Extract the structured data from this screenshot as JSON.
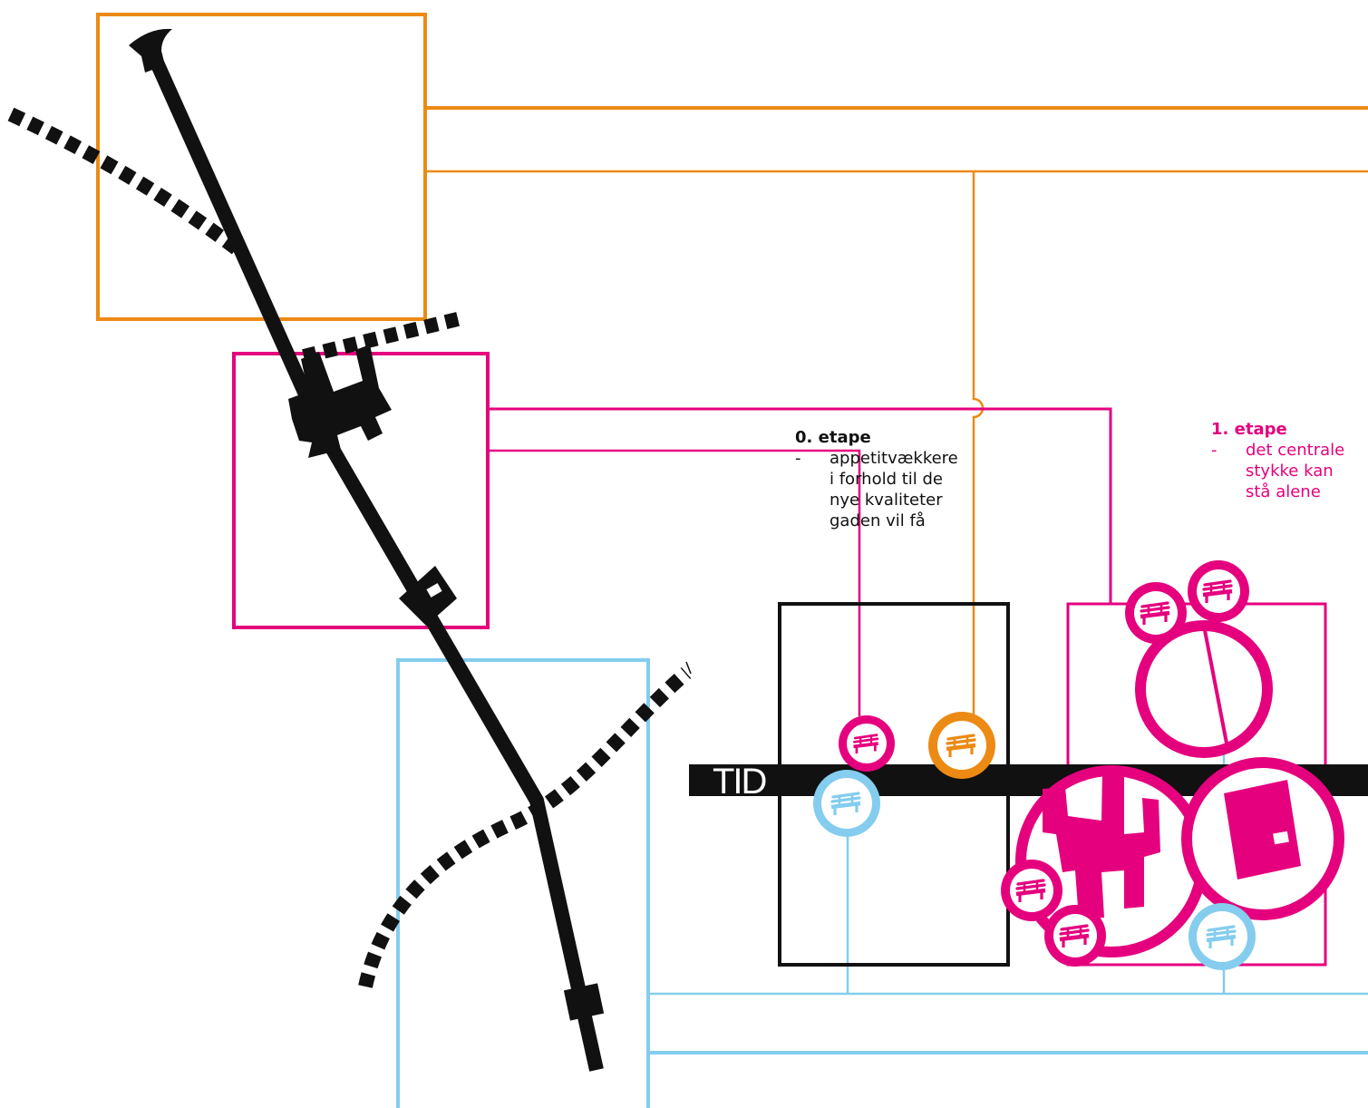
{
  "colors": {
    "orange": "#ec8a14",
    "magenta": "#e5007e",
    "light_blue": "#84cdee",
    "black": "#111111"
  },
  "timeline": {
    "label": "TID"
  },
  "stages": [
    {
      "title": "0. etape",
      "bullet": "-",
      "text": "appetitvækkere\ni forhold til de\nnye kvaliteter\ngaden vil få"
    },
    {
      "title": "1. etape",
      "bullet": "-",
      "text": "det centrale\nstykke kan\nstå alene"
    }
  ],
  "icons": [
    "bench-icon",
    "north-arrow-icon",
    "building-icon"
  ]
}
